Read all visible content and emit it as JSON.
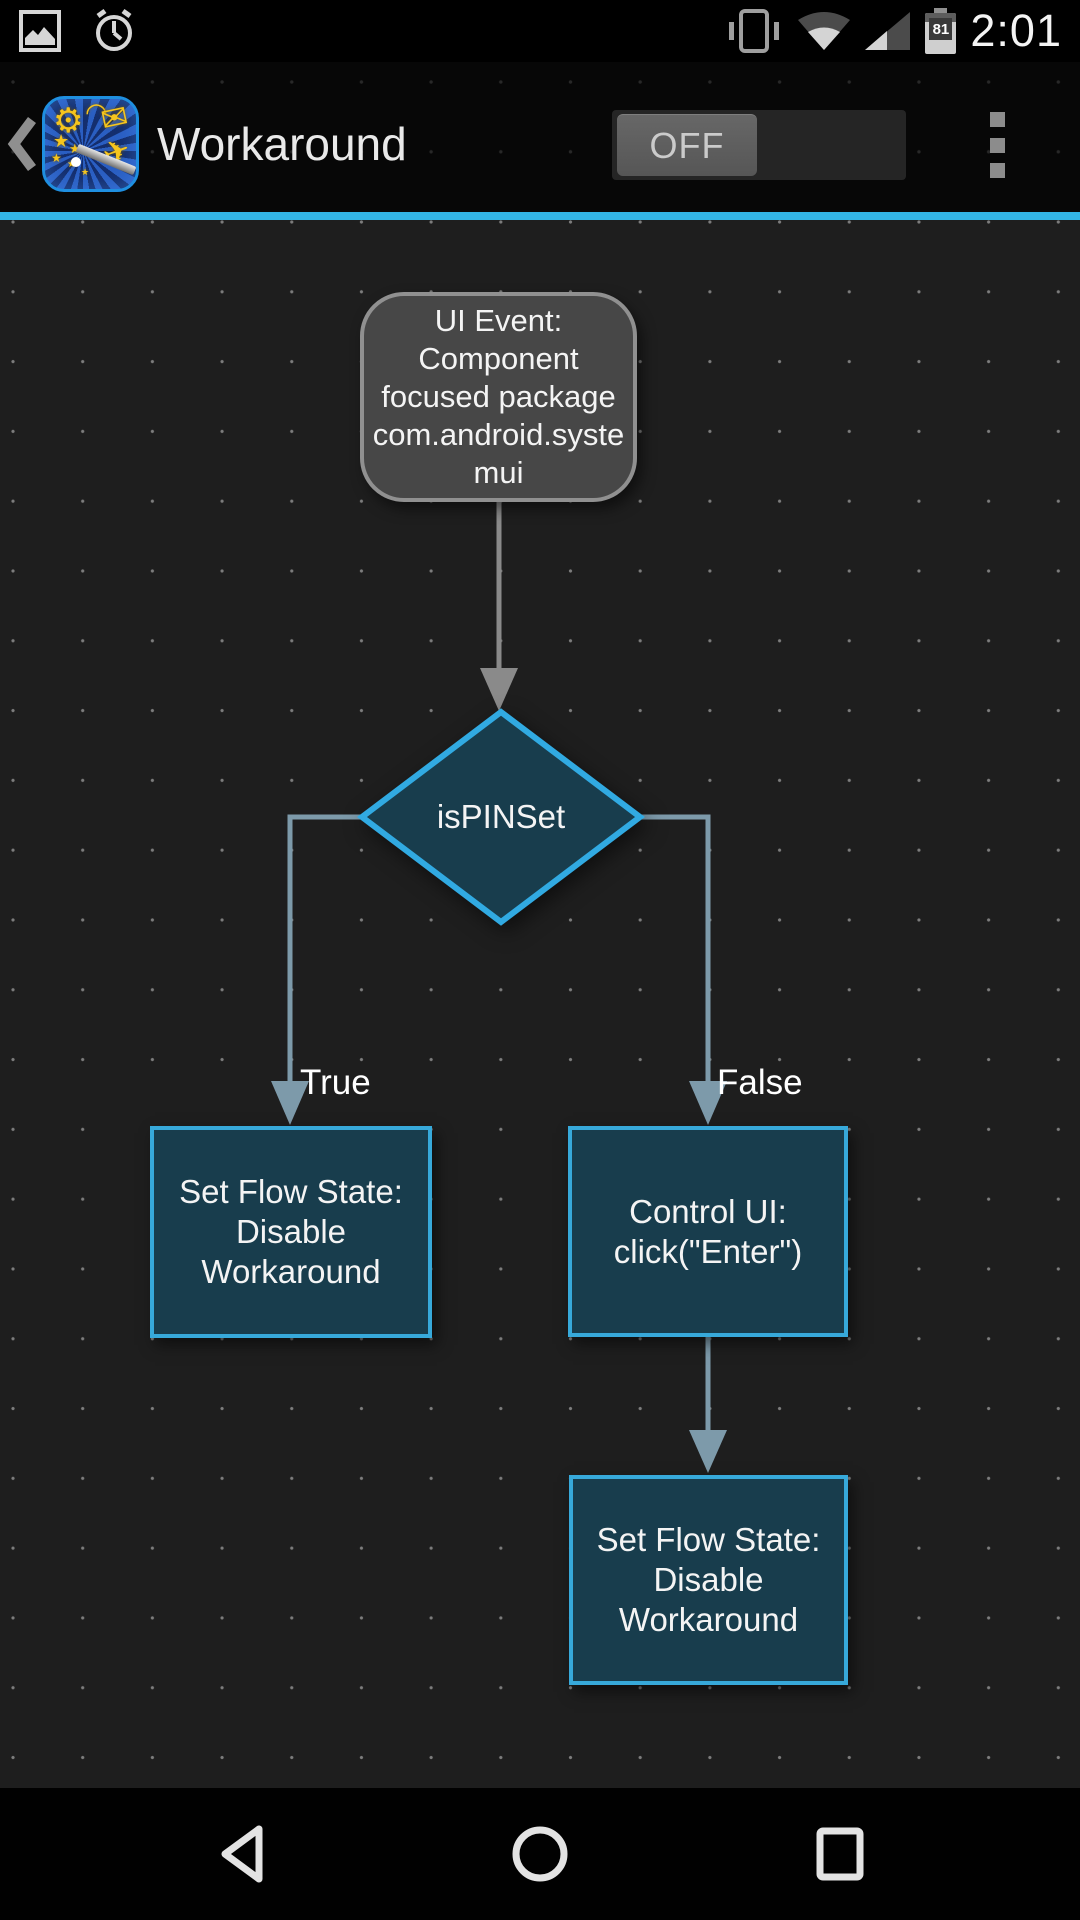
{
  "status_bar": {
    "time": "2:01",
    "battery_percent": "81",
    "icons": [
      "photo-icon",
      "alarm-icon",
      "vibrate-icon",
      "wifi-icon",
      "signal-icon",
      "battery-icon"
    ]
  },
  "app_bar": {
    "title": "Workaround",
    "toggle": {
      "label": "OFF",
      "state": "off"
    },
    "icons": [
      "back-chevron-icon",
      "app-logo-icon",
      "overflow-menu-icon"
    ]
  },
  "flowchart": {
    "nodes": [
      {
        "id": "ui-event",
        "type": "start-rounded",
        "text": "UI Event:\nComponent\nfocused package\ncom.android.syste\nmui"
      },
      {
        "id": "decision",
        "type": "decision-diamond",
        "text": "isPINSet"
      },
      {
        "id": "set-flow-true",
        "type": "action-rect",
        "text": "Set Flow State:\nDisable\nWorkaround"
      },
      {
        "id": "control-ui",
        "type": "action-rect",
        "text": "Control UI:\nclick(\"Enter\")"
      },
      {
        "id": "set-flow-false",
        "type": "action-rect",
        "text": "Set Flow State:\nDisable\nWorkaround"
      }
    ],
    "edges": [
      {
        "from": "decision",
        "to": "set-flow-true",
        "label": "True"
      },
      {
        "from": "decision",
        "to": "control-ui",
        "label": "False"
      },
      {
        "from": "ui-event",
        "to": "decision",
        "label": ""
      },
      {
        "from": "control-ui",
        "to": "set-flow-false",
        "label": ""
      }
    ],
    "colors": {
      "accent_line": "#33b5e5",
      "action_fill": "#183d4d",
      "action_border": "#37a9da",
      "start_fill": "#474747",
      "start_border": "#909090",
      "connector_steel": "#7d9aaa",
      "connector_gray": "#8a8a8a",
      "canvas_bg": "#1e1e1e"
    }
  },
  "nav_bar": {
    "buttons": [
      "back",
      "home",
      "recents"
    ]
  }
}
